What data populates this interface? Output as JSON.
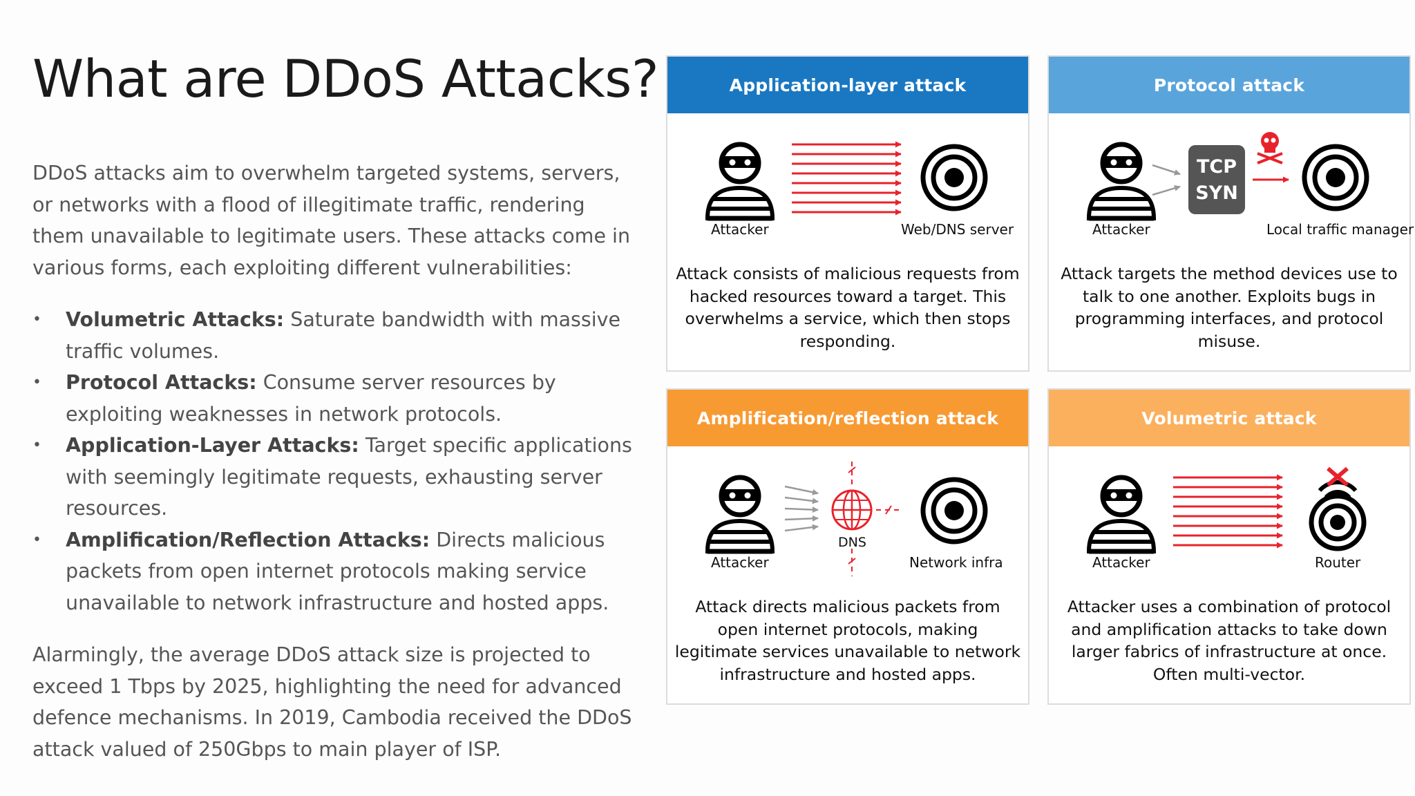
{
  "page": {
    "title": "What are DDoS Attacks?",
    "intro": "DDoS attacks aim to overwhelm targeted systems, servers, or networks with a flood of illegitimate traffic, rendering them unavailable to legitimate users. These attacks come in various forms, each exploiting different vulnerabilities:",
    "bullets": [
      {
        "term": "Volumetric Attacks:",
        "text": " Saturate bandwidth with massive traffic volumes."
      },
      {
        "term": "Protocol Attacks:",
        "text": " Consume server resources by exploiting weaknesses in network protocols."
      },
      {
        "term": "Application-Layer Attacks:",
        "text": " Target specific applications with seemingly legitimate requests, exhausting server resources."
      },
      {
        "term": "Amplification/Reflection Attacks:",
        "text": " Directs malicious packets from open internet protocols making service unavailable to network infrastructure and hosted apps."
      }
    ],
    "closing": "Alarmingly, the average DDoS attack size is projected to exceed 1 Tbps by 2025, highlighting the need for advanced defence mechanisms. In 2019, Cambodia received the DDoS attack valued of 250Gbps to main player of ISP."
  },
  "cards": [
    {
      "header": "Application-layer attack",
      "color": "#1a78c2",
      "left_label": "Attacker",
      "right_label": "Web/DNS server",
      "desc": "Attack consists of malicious requests from hacked resources toward a target. This overwhelms a service, which then stops responding."
    },
    {
      "header": "Protocol attack",
      "color": "#5aa4dc",
      "left_label": "Attacker",
      "right_label": "Local traffic manager",
      "tcp_line1": "TCP",
      "tcp_line2": "SYN",
      "desc": "Attack targets the method devices use to talk to one another. Exploits bugs in programming interfaces, and protocol misuse."
    },
    {
      "header": "Amplification/reflection attack",
      "color": "#f89a32",
      "left_label": "Attacker",
      "mid_label": "DNS",
      "right_label": "Network infra",
      "desc": "Attack directs malicious packets from open internet protocols, making legitimate services unavailable to network infrastructure and hosted apps."
    },
    {
      "header": "Volumetric attack",
      "color": "#fbb05e",
      "left_label": "Attacker",
      "right_label": "Router",
      "desc": "Attacker uses a combination of protocol and amplification attacks to take down larger fabrics of infrastructure at once. Often multi-vector."
    }
  ],
  "icons": {
    "attacker": "masked-attacker-icon",
    "target": "target-icon",
    "skull": "skull-crossbones-icon",
    "globe": "globe-icon",
    "router": "wireless-router-icon"
  },
  "colors": {
    "arrow_red": "#e8222b",
    "arrow_gray": "#9a9a9a",
    "tcp_box": "#555555"
  }
}
